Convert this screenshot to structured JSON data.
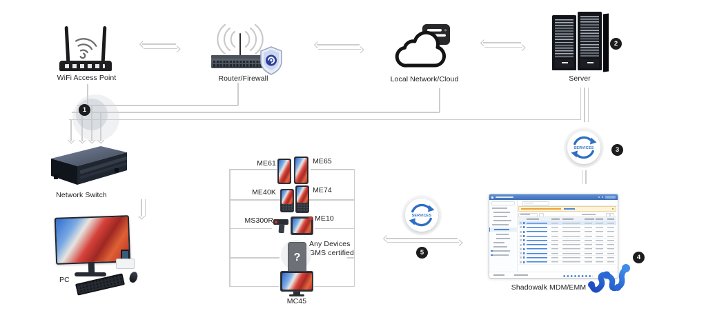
{
  "diagram": {
    "nodes": {
      "wifi_ap": "WiFi Access Point",
      "router_firewall": "Router/Firewall",
      "local_network_cloud": "Local Network/Cloud",
      "server": "Server",
      "network_switch": "Network Switch",
      "pc": "PC",
      "mdm_emm": "Shadowalk MDM/EMM"
    },
    "devices": {
      "me61": "ME61",
      "me65": "ME65",
      "me40k": "ME40K",
      "me74": "ME74",
      "ms300r": "MS300R",
      "me10": "ME10",
      "any_devices_line1": "Any Devices",
      "any_devices_line2": "GMS certified",
      "unknown_mark": "?",
      "mc45": "MC45"
    },
    "steps": {
      "s1": "1",
      "s2": "2",
      "s3": "3",
      "s4": "4",
      "s5": "5"
    },
    "services_label": "SERVICES",
    "colors": {
      "connector_gray": "#cdcdcd",
      "step_badge": "#1c1c1c",
      "services_blue": "#2e6fc3",
      "mdm_titlebar_blue": "#4678c2",
      "mdm_link_blue": "#4a86d8",
      "mdm_alert_bg": "#fcf4dc",
      "logo_blue": "#2563d8"
    }
  }
}
